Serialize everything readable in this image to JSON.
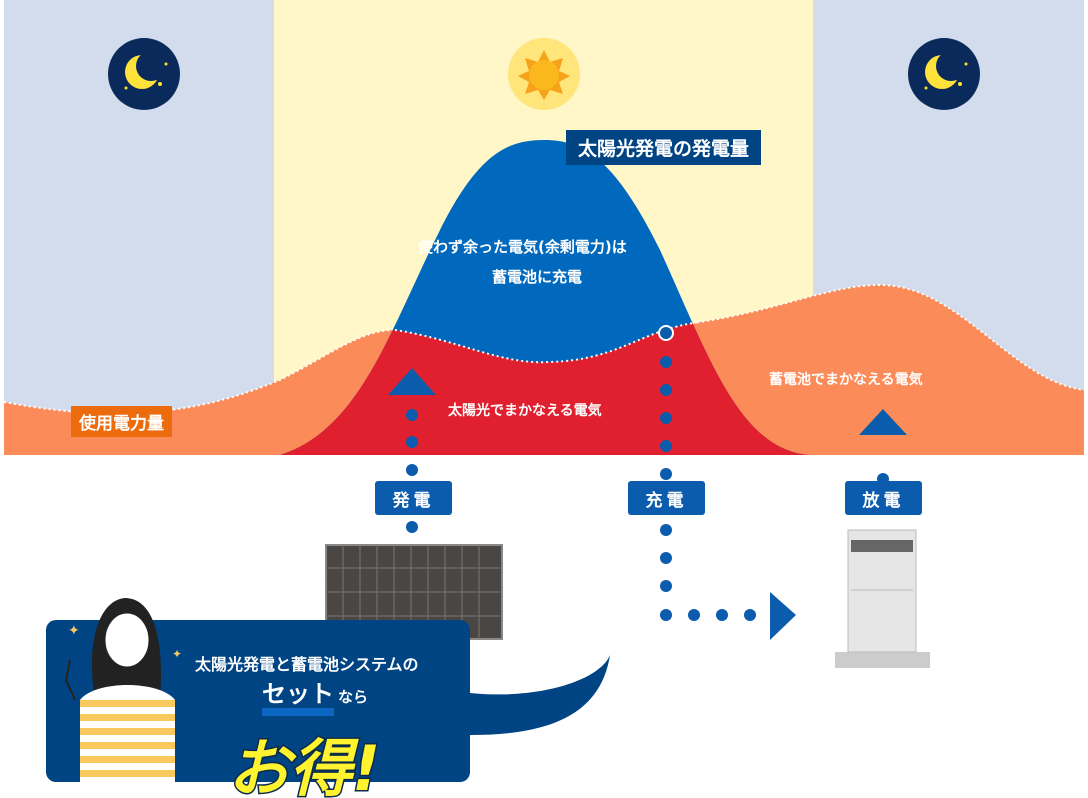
{
  "labels": {
    "solar_generation": "太陽光発電の発電量",
    "surplus_line1": "使わず余った電気(余剰電力)は",
    "surplus_line2": "蓄電池に充電",
    "usage": "使用電力量",
    "solar_covered": "太陽光でまかなえる電気",
    "battery_covered": "蓄電池でまかなえる電気"
  },
  "tags": {
    "generate": "発電",
    "charge": "充電",
    "discharge": "放電"
  },
  "promo": {
    "line1": "太陽光発電と蓄電池システムの",
    "set": "セット",
    "nara": "なら",
    "headline": "お得!"
  },
  "icons": [
    "moon-icon",
    "sun-icon",
    "moon-icon",
    "solar-panel-icon",
    "battery-unit-icon",
    "woman-illustration"
  ],
  "colors": {
    "night": "#d3dcec",
    "day": "#fff7c8",
    "usage": "#fb8c59",
    "solar_surplus": "#0068bd",
    "solar_used": "#e0202e",
    "navy": "#004483",
    "accent_yellow": "#fff22e"
  }
}
